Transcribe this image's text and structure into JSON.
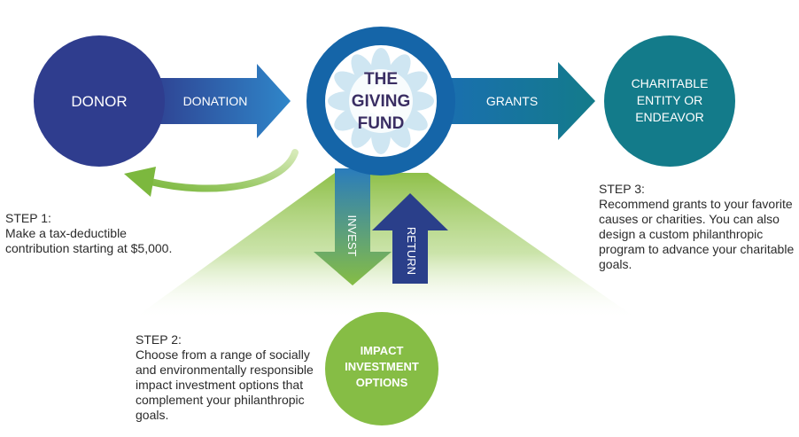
{
  "nodes": {
    "donor": {
      "label": "DONOR"
    },
    "fund": {
      "lines": [
        "THE",
        "GIVING",
        "FUND"
      ]
    },
    "charity": {
      "lines": [
        "CHARITABLE",
        "ENTITY OR",
        "ENDEAVOR"
      ]
    },
    "impact": {
      "lines": [
        "IMPACT",
        "INVESTMENT",
        "OPTIONS"
      ]
    }
  },
  "arrows": {
    "donation": "DONATION",
    "grants": "GRANTS",
    "invest": "INVEST",
    "return": "RETURN"
  },
  "steps": [
    {
      "title": "STEP 1:",
      "body": "Make a tax-deductible contribution starting at $5,000."
    },
    {
      "title": "STEP 2:",
      "body": "Choose from a range of socially and environmentally responsible impact investment options that complement your philanthropic goals."
    },
    {
      "title": "STEP 3:",
      "body": "Recommend grants to your favorite causes or charities. You can also design a custom philanthropic program to advance your charitable goals."
    }
  ],
  "colors": {
    "donor": "#2f3d8e",
    "fund_ring": "#1565a8",
    "fund_text": "#3a2e63",
    "flower": "#cfe6f2",
    "charity": "#137b8a",
    "impact": "#86bd45",
    "cone": "#9cc85a",
    "return_arrow": "#2a3f8a"
  }
}
